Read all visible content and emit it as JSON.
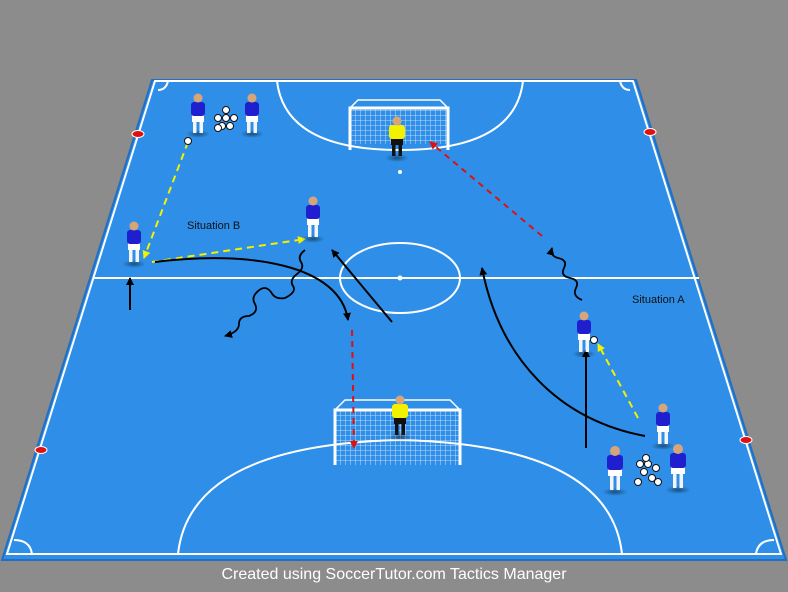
{
  "diagram": {
    "labels": {
      "situation_a": "Situation A",
      "situation_b": "Situation B"
    },
    "footer_credit": "Created using SoccerTutor.com Tactics Manager"
  },
  "colors": {
    "background": "#8c8c8c",
    "pitch": "#2f8fe8",
    "pitch_edge": "#1f6fc2",
    "lines": "#ffffff",
    "player_shirt": "#1f1fd0",
    "goalkeeper_shirt": "#f2f200",
    "pass_line": "#f2f200",
    "shot_line": "#e01010",
    "movement_line": "#000000",
    "cone": "#e01010"
  }
}
